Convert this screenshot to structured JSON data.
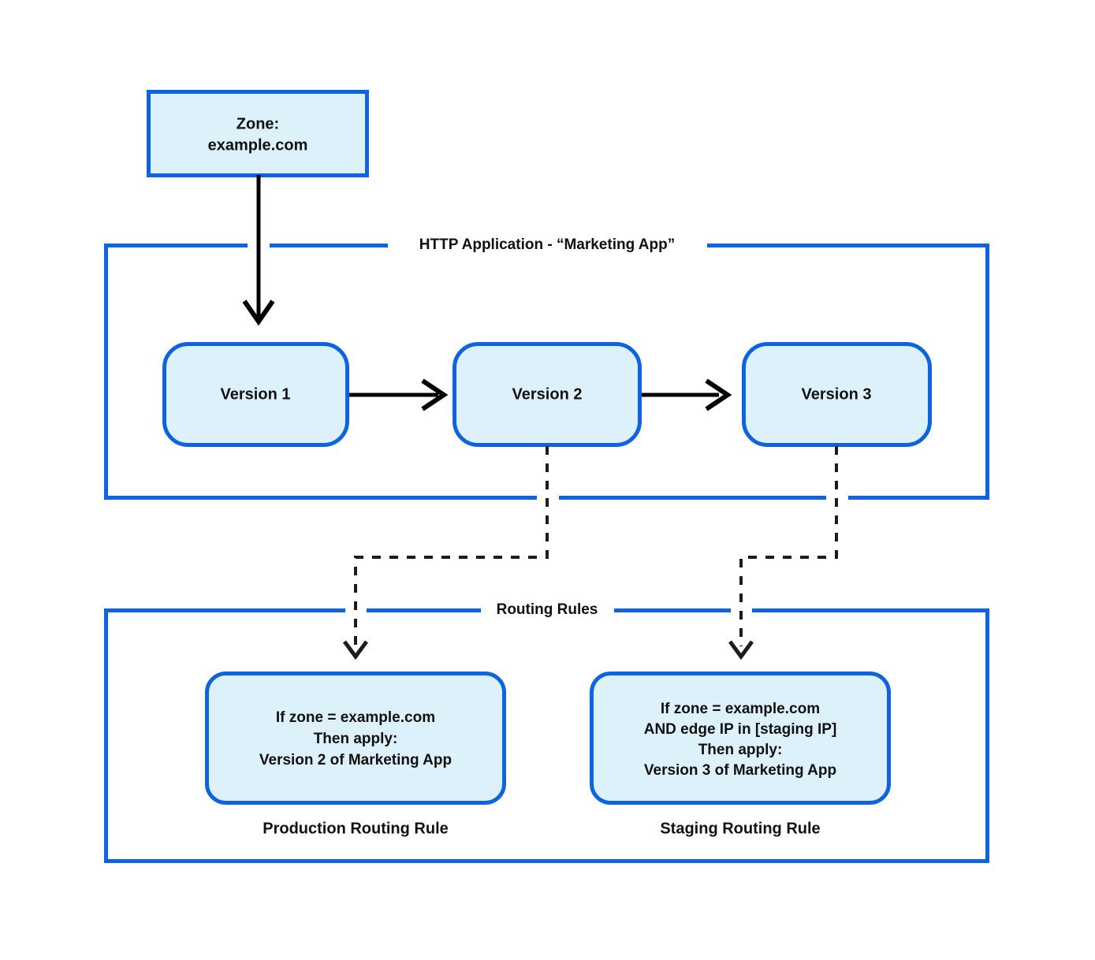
{
  "diagram": {
    "title_text_absent": true,
    "colors": {
      "node_border": "#0d63e0",
      "node_fill": "#ddf1fb",
      "group_border": "#0d63e0",
      "edge_solid": "#000000",
      "edge_dashed": "#1c1c1c",
      "text": "#111111",
      "background": "#ffffff"
    },
    "zone_node": {
      "line1": "Zone:",
      "line2": "example.com"
    },
    "http_application_group": {
      "label": "HTTP Application - “Marketing App”",
      "versions": [
        {
          "label": "Version 1"
        },
        {
          "label": "Version 2"
        },
        {
          "label": "Version 3"
        }
      ]
    },
    "routing_rules_group": {
      "label": "Routing Rules",
      "rules": [
        {
          "caption": "Production Routing Rule",
          "lines": [
            "If zone = example.com",
            "Then apply:",
            "Version 2 of Marketing App"
          ]
        },
        {
          "caption": "Staging Routing Rule",
          "lines": [
            "If zone = example.com",
            "AND edge IP in [staging IP]",
            "Then apply:",
            "Version 3 of Marketing App"
          ]
        }
      ]
    }
  }
}
